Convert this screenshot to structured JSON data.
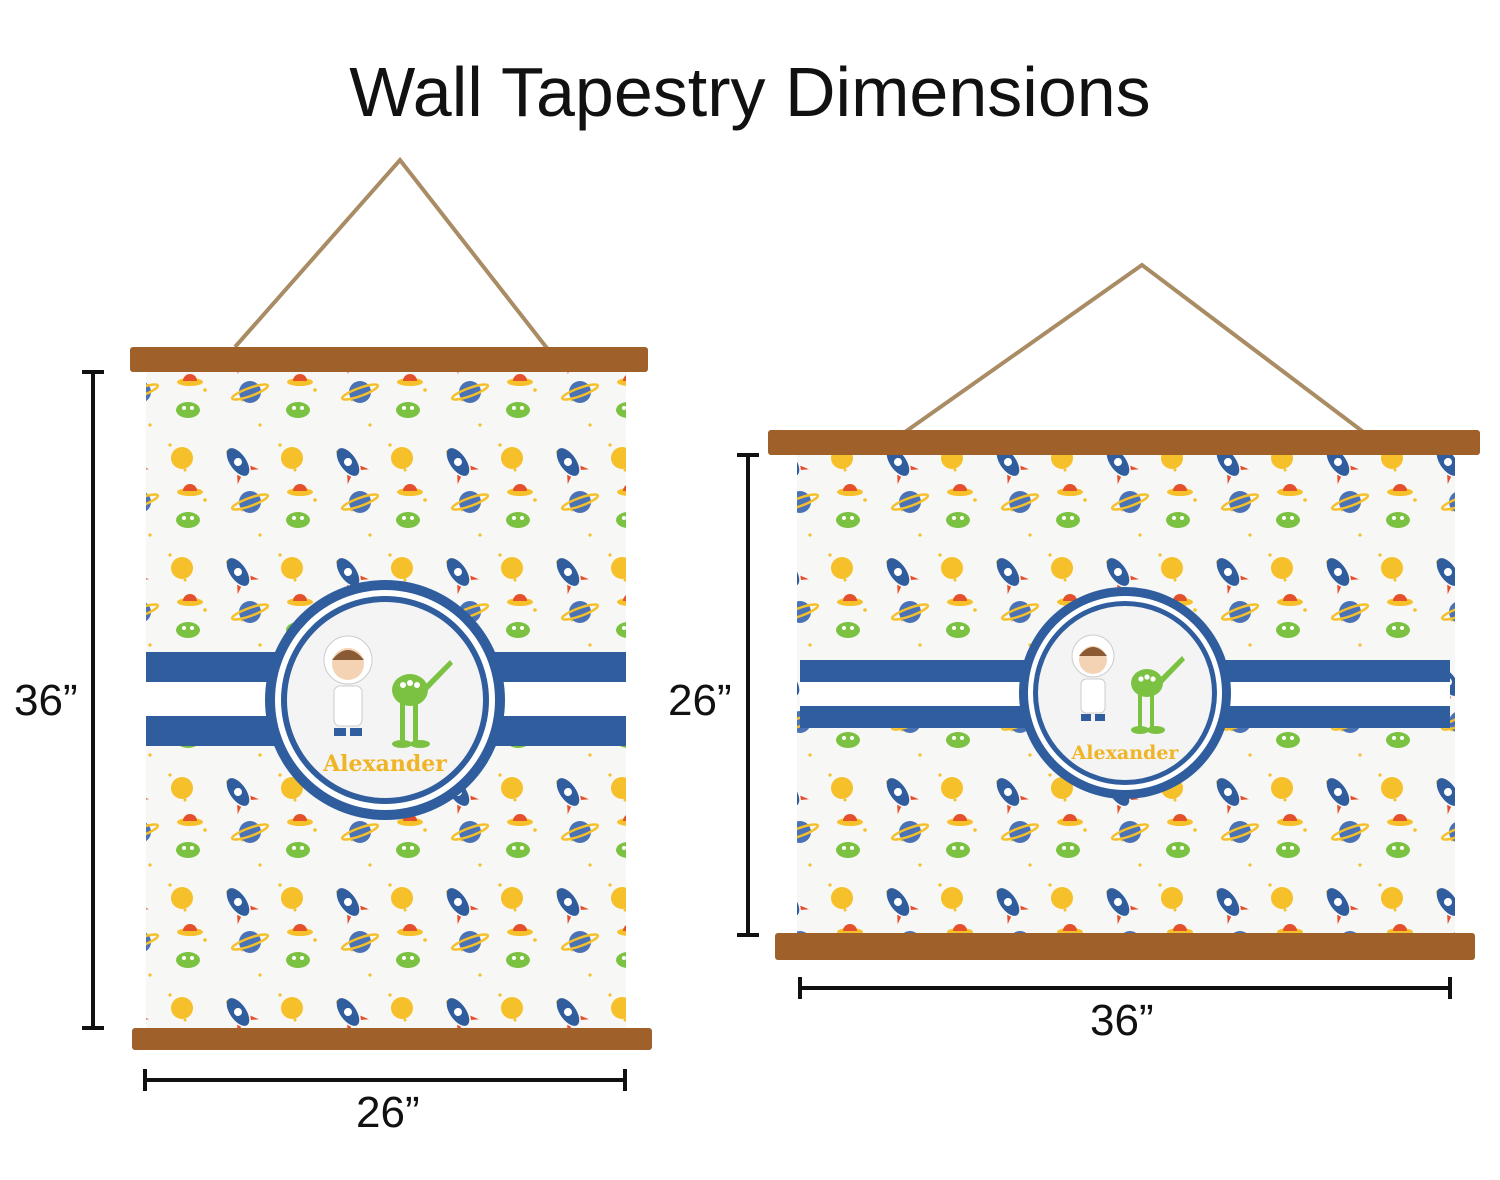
{
  "title": "Wall Tapestry Dimensions",
  "portrait": {
    "height_label": "36”",
    "width_label": "26”",
    "name": "Alexander"
  },
  "landscape": {
    "height_label": "26”",
    "width_label": "36”",
    "name": "Alexander"
  },
  "colors": {
    "stripe": "#2f5d9e",
    "wood": "#a0602a",
    "name": "#f0b526",
    "alien": "#7cc242",
    "planet": "#f5c02a"
  }
}
